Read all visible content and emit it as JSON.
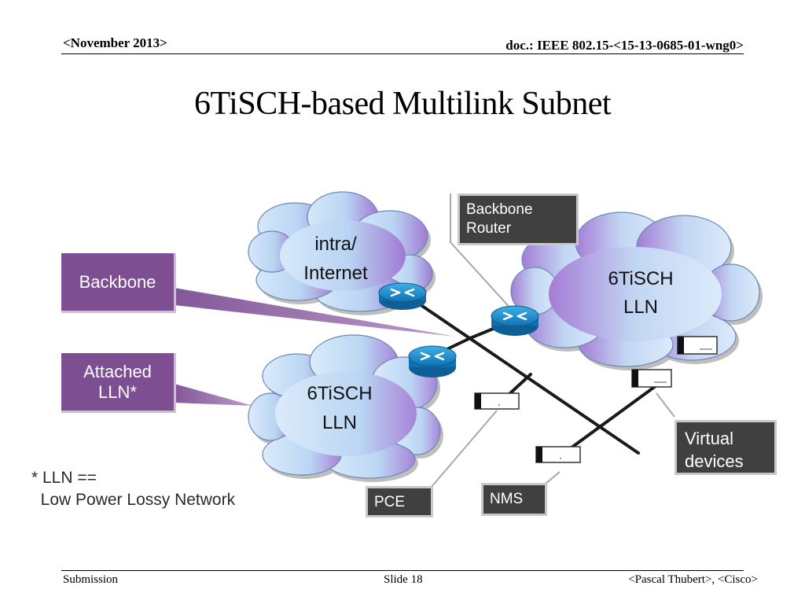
{
  "header": {
    "date": "<November 2013>",
    "doc": "doc.: IEEE 802.15-<15-13-0685-01-wng0>"
  },
  "title": "6TiSCH-based Multilink Subnet",
  "diagram": {
    "clouds": {
      "internet": [
        "intra/",
        "Internet"
      ],
      "lln_right": [
        "6TiSCH",
        "LLN"
      ],
      "lln_left": [
        "6TiSCH",
        "LLN"
      ]
    },
    "callouts": {
      "backbone": "Backbone",
      "attached": "Attached\nLLN*"
    },
    "boxes": {
      "backbone_router": "Backbone\n Router",
      "virtual_devices": "Virtual\ndevices",
      "pce": "PCE",
      "nms": "NMS"
    },
    "note": "* LLN ==\n  Low Power Lossy Network",
    "colors": {
      "callout_purple": "#7d4e92",
      "label_box": "#404040",
      "router_blue": "#1b8fd0",
      "cloud_fill_light": "#bcd9f5",
      "cloud_fill_purple": "#a57cd6"
    }
  },
  "footer": {
    "left": "Submission",
    "center": "Slide 18",
    "right": "<Pascal Thubert>, <Cisco>"
  }
}
